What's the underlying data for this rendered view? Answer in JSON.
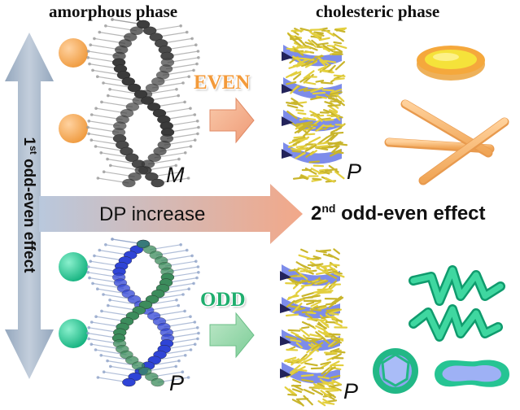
{
  "titles": {
    "left": "amorphous phase",
    "right": "cholesteric phase"
  },
  "vertical_label": {
    "sup": "st",
    "pre": "1",
    "post": " odd-even effect"
  },
  "arrow_label": "DP increase",
  "second_effect": {
    "pre": "2",
    "sup": "nd",
    "post": " odd-even effect"
  },
  "even_label": "EVEN",
  "odd_label": "ODD",
  "helix_labels": {
    "top_left": "M",
    "top_right": "P",
    "bottom_left": "P",
    "bottom_right": "P"
  },
  "colors": {
    "even": "#f4a55a",
    "odd": "#25c08f",
    "arrow_blue": "#a9b8cc",
    "arrow_orange": "#f2a889",
    "helix_blue": "#6f7fe8",
    "fiber_yellow": "#e5d24a"
  }
}
